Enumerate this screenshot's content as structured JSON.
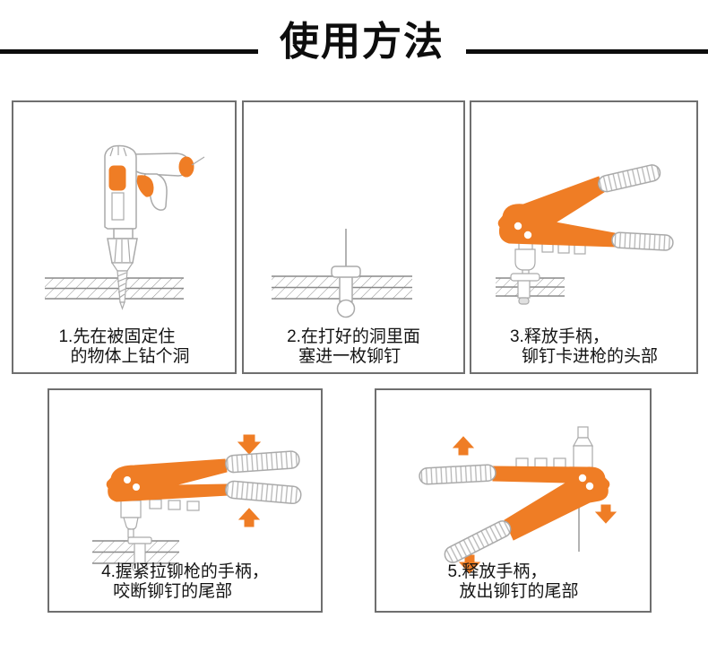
{
  "header": {
    "title": "使用方法"
  },
  "colors": {
    "accent": "#ef7d25",
    "outline": "#aaaaaa",
    "panel_line": "#8a8a8a",
    "box_border": "#6f6f6f",
    "text": "#141414",
    "rule": "#0d0d0d",
    "grip_rib": "#b5b5b5",
    "rivet_tip": "#e0e0e0"
  },
  "steps": [
    {
      "number": "1",
      "illustration": "electric-drill-drilling-hole",
      "caption_line1": "1.先在被固定住",
      "caption_line2": "的物体上钻个洞"
    },
    {
      "number": "2",
      "illustration": "rivet-inserted-in-hole",
      "caption_line1": "2.在打好的洞里面",
      "caption_line2": "塞进一枚铆钉"
    },
    {
      "number": "3",
      "illustration": "rivet-gun-released-rivet-in-head",
      "caption_line1": "3.释放手柄，",
      "caption_line2": "铆钉卡进枪的头部"
    },
    {
      "number": "4",
      "illustration": "rivet-gun-handles-squeezed",
      "caption_line1": "4.握紧拉铆枪的手柄，",
      "caption_line2": "咬断铆钉的尾部"
    },
    {
      "number": "5",
      "illustration": "rivet-gun-released-mandrel-out",
      "caption_line1": "5.释放手柄，",
      "caption_line2": "放出铆钉的尾部"
    }
  ]
}
